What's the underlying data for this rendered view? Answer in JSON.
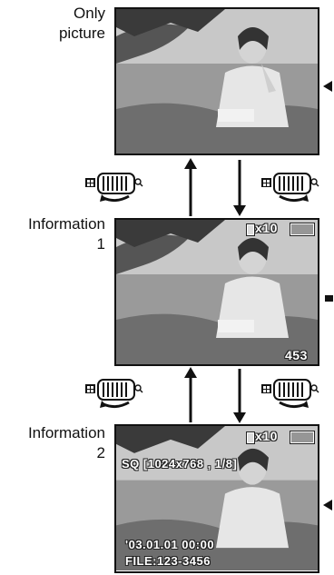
{
  "labels": {
    "only": [
      "Only",
      "picture"
    ],
    "info1": [
      "Information",
      "1"
    ],
    "info2": [
      "Information",
      "2"
    ]
  },
  "osd": {
    "zoom": "x10",
    "remaining": "453",
    "record_mode": "SQ [1024x768 , 1/8]",
    "datetime": "'03.01.01  00:00",
    "file": "FILE:123-3456"
  },
  "icons": [
    "memory-card-icon",
    "protect-key-icon",
    "zoom-dial-icon",
    "thumbnail-icon",
    "magnify-icon",
    "arrow-icon"
  ]
}
